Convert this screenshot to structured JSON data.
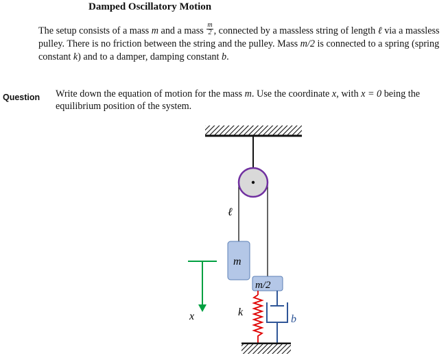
{
  "document": {
    "title": "Damped Oscillatory Motion",
    "intro": {
      "part1": "The setup consists of a mass ",
      "m1": "m",
      "part2": " and a mass ",
      "frac_num": "m",
      "frac_den": "2",
      "part3": ", connected by a massless string of length ",
      "ell1": "ℓ",
      "part4": " via a massless pulley. There is no friction between the string and the pulley. Mass ",
      "m_half": "m/2",
      "part5": " is connected to a spring (spring constant ",
      "k1": "k",
      "part6": ") and to a damper, damping constant ",
      "b1": "b",
      "part7": "."
    },
    "question_label": "Question",
    "question": {
      "part1": "Write down the equation of motion for the mass ",
      "m": "m",
      "part2": ". Use the coordinate ",
      "x1": "x",
      "part3": ", with ",
      "x_eq": "x = 0",
      "part4": " being the equilibrium position of the system."
    }
  },
  "diagram": {
    "string_label": "ℓ",
    "mass_left_label": "m",
    "mass_right_label": "m/2",
    "coord_label": "x",
    "spring_label": "k",
    "damper_label": "b",
    "colors": {
      "mass_fill": "#b4c7e7",
      "mass_stroke": "#5b7fb5",
      "pulley_stroke": "#7030a0",
      "pulley_fill": "#d9d9d9",
      "arrow": "#00a040",
      "spring": "#e00000",
      "damper": "#2e5597"
    }
  }
}
